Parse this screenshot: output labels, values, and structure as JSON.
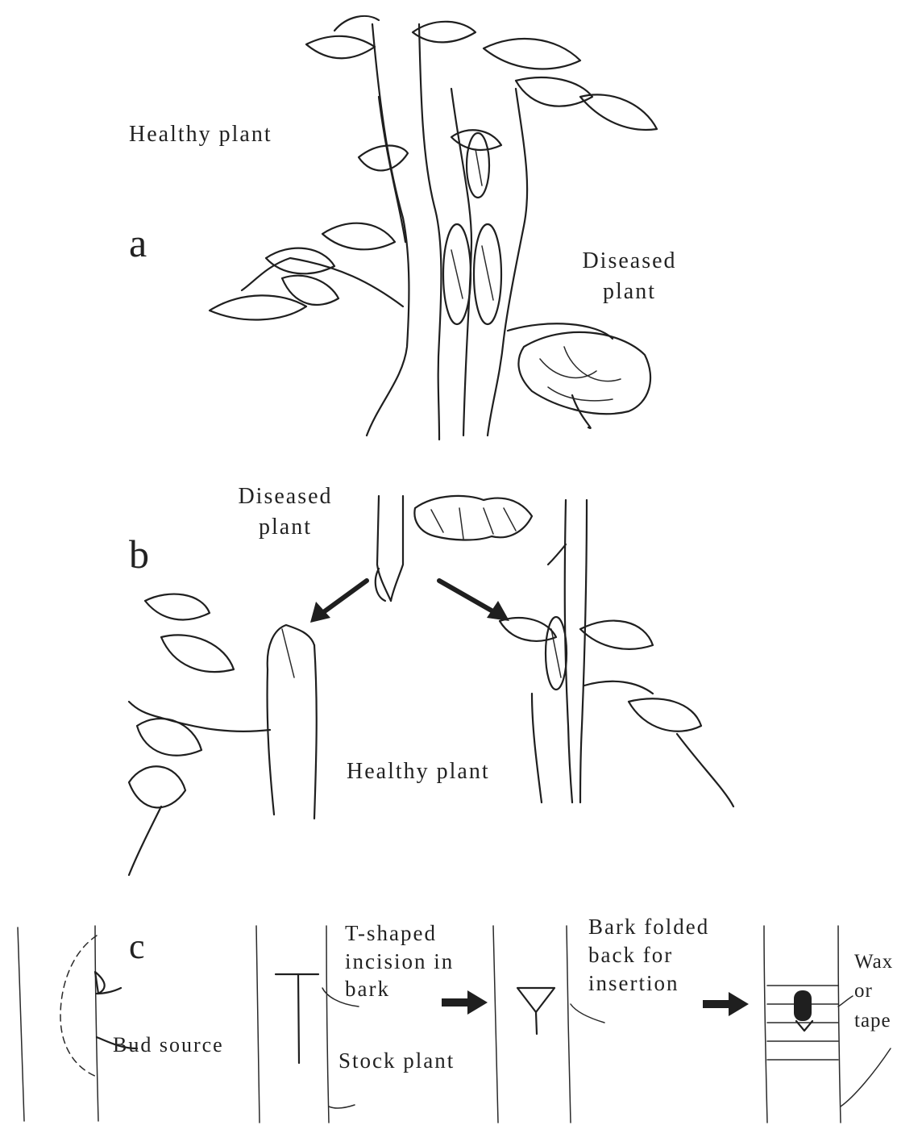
{
  "panel_a": {
    "letter": "a",
    "healthy_label": "Healthy plant",
    "diseased_label": "Diseased\nplant"
  },
  "panel_b": {
    "letter": "b",
    "diseased_label": "Diseased\nplant",
    "healthy_label": "Healthy plant"
  },
  "panel_c": {
    "letter": "c",
    "bud_source_label": "Bud source",
    "t_incision_label": "T-shaped\nincision in\nbark",
    "stock_plant_label": "Stock plant",
    "bark_folded_label": "Bark folded\nback for\ninsertion",
    "wax_label": "Wax\nor\ntape"
  }
}
